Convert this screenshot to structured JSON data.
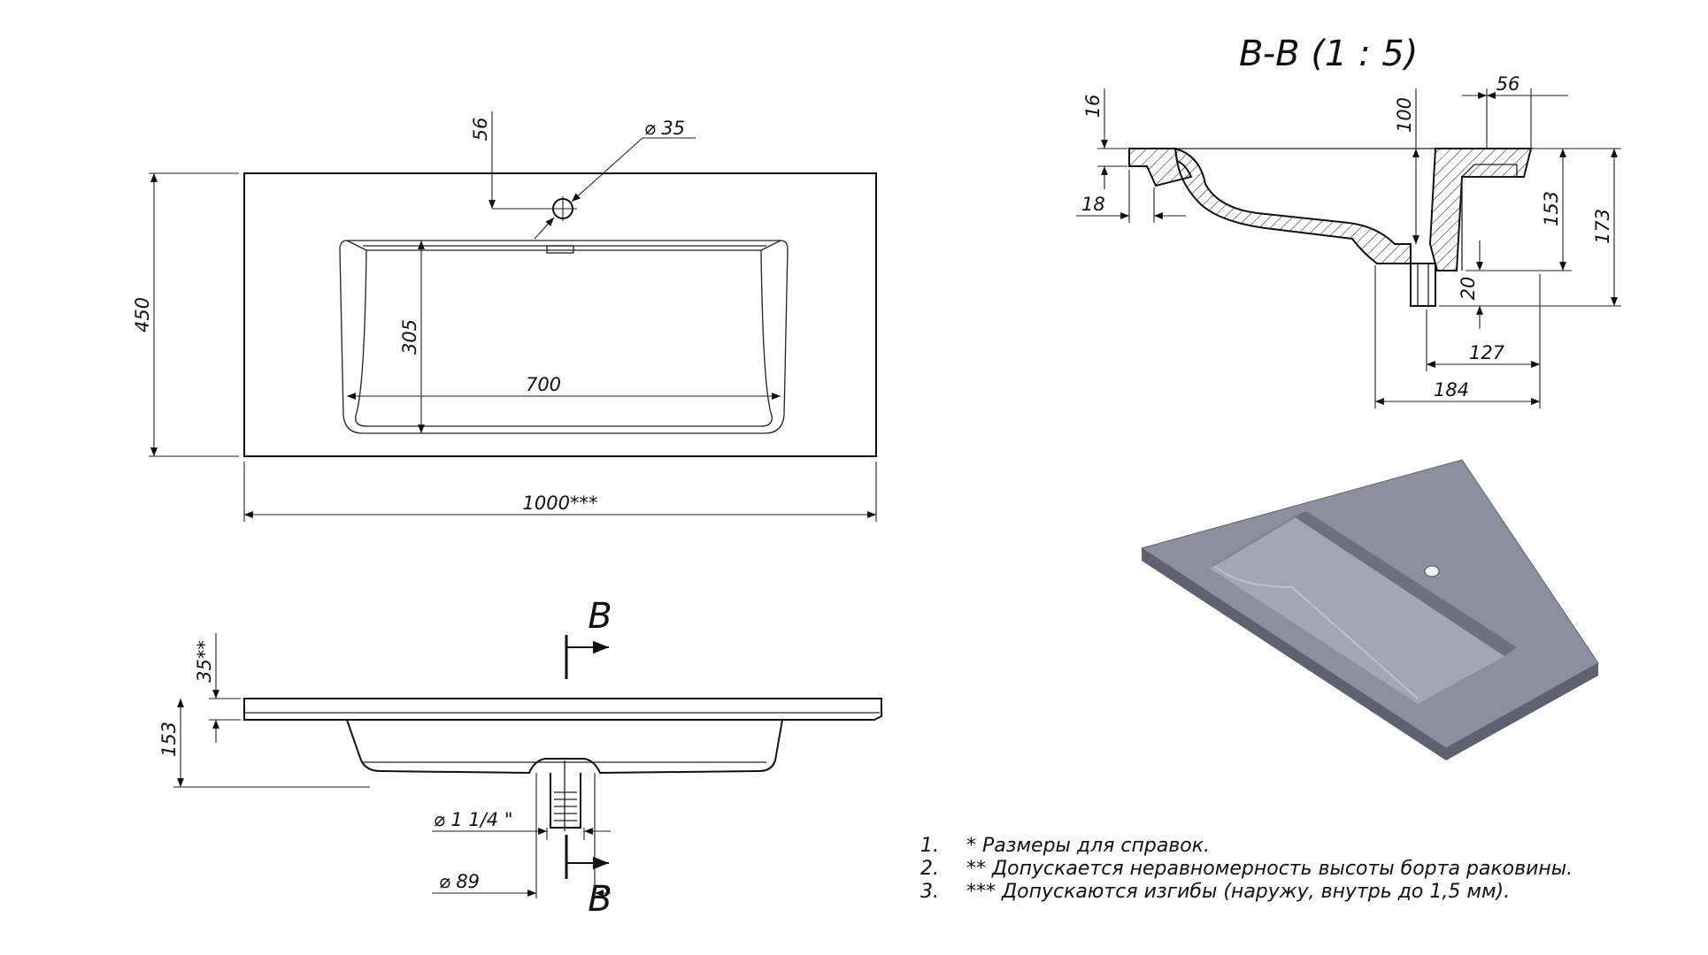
{
  "top_view": {
    "dim_total_width": "1000***",
    "dim_depth": "450",
    "dim_bowl_width": "700",
    "dim_bowl_depth": "305",
    "dim_hole_offset": "56",
    "dim_hole_diameter": "⌀ 35"
  },
  "front_view": {
    "dim_rim": "35**",
    "dim_height": "153",
    "dim_outlet_thread": "⌀ 1 1/4 \"",
    "dim_outlet_flange": "⌀ 89",
    "section_label_top": "B",
    "section_label_bottom": "B"
  },
  "section_view": {
    "title": "B-B (1 : 5)",
    "dim_16": "16",
    "dim_18": "18",
    "dim_100": "100",
    "dim_56": "56",
    "dim_153": "153",
    "dim_173": "173",
    "dim_20": "20",
    "dim_127": "127",
    "dim_184": "184"
  },
  "render_view": {
    "body_color": "#8c8f9e",
    "edge_color": "#5e6170",
    "bowl_color": "#a3a6b5"
  },
  "notes": [
    {
      "num": "1.",
      "text": "*  Размеры для справок."
    },
    {
      "num": "2.",
      "text": "** Допускается неравномерность высоты борта раковины."
    },
    {
      "num": "3.",
      "text": "*** Допускаются изгибы (наружу, внутрь до 1,5 мм)."
    }
  ]
}
